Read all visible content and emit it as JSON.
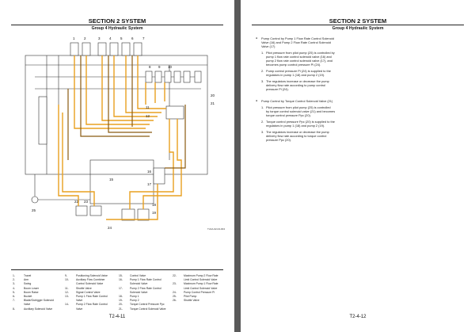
{
  "left": {
    "section_title": "SECTION 2 SYSTEM",
    "group_title": "Group 4 Hydraulic System",
    "diagram_ref": "TJAA-02-04-004",
    "footer": "T2-4-11",
    "callouts": [
      "1",
      "2",
      "3",
      "4",
      "5",
      "6",
      "7",
      "8",
      "9",
      "10",
      "11",
      "12",
      "13",
      "14",
      "15",
      "16",
      "17",
      "18",
      "19",
      "20",
      "21",
      "22",
      "23",
      "24",
      "25"
    ],
    "legend": [
      [
        {
          "n": "1-",
          "t": "Travel"
        },
        {
          "n": "2-",
          "t": "Arm"
        },
        {
          "n": "3-",
          "t": "Swing"
        },
        {
          "n": "4-",
          "t": "Boom Lower"
        },
        {
          "n": "5-",
          "t": "Boom Raise"
        },
        {
          "n": "6-",
          "t": "Bucket"
        },
        {
          "n": "7-",
          "t": "Blade/Outrigger Solenoid"
        },
        {
          "n": "",
          "t": "Valve"
        },
        {
          "n": "8-",
          "t": "Auxiliary Solenoid Valve"
        }
      ],
      [
        {
          "n": "9-",
          "t": "Positioning Solenoid Valve"
        },
        {
          "n": "10-",
          "t": "Auxiliary Flow Combiner"
        },
        {
          "n": "",
          "t": "Control Solenoid Valve"
        },
        {
          "n": "11-",
          "t": "Shuttle Valve"
        },
        {
          "n": "12-",
          "t": "Signal Control Valve"
        },
        {
          "n": "13-",
          "t": "Pump 1 Flow Rate Control"
        },
        {
          "n": "",
          "t": "Valve"
        },
        {
          "n": "14-",
          "t": "Pump 2 Flow Rate Control"
        },
        {
          "n": "",
          "t": "Valve"
        }
      ],
      [
        {
          "n": "15-",
          "t": "Control Valve"
        },
        {
          "n": "16-",
          "t": "Pump 1 Flow Rate Control"
        },
        {
          "n": "",
          "t": "Solenoid Valve"
        },
        {
          "n": "17-",
          "t": "Pump 2 Flow Rate Control"
        },
        {
          "n": "",
          "t": "Solenoid Valve"
        },
        {
          "n": "18-",
          "t": "Pump 1"
        },
        {
          "n": "19-",
          "t": "Pump 2"
        },
        {
          "n": "20-",
          "t": "Torque Control Pressure Ppc"
        },
        {
          "n": "21-",
          "t": "Torque Control Solenoid Valve"
        }
      ],
      [
        {
          "n": "22-",
          "t": "Maximum Pump 2 Flow Rate"
        },
        {
          "n": "",
          "t": "Limit Control Solenoid Valve"
        },
        {
          "n": "23-",
          "t": "Maximum Pump 1 Flow Rate"
        },
        {
          "n": "",
          "t": "Limit Control Solenoid Valve"
        },
        {
          "n": "24-",
          "t": "Pump Control Pressure Pi"
        },
        {
          "n": "25-",
          "t": "Pilot Pump"
        },
        {
          "n": "26-",
          "t": "Shuttle Valve"
        }
      ]
    ]
  },
  "right": {
    "section_title": "SECTION 2 SYSTEM",
    "group_title": "Group 4 Hydraulic System",
    "footer": "T2-4-12",
    "blocks": [
      {
        "bullet": [
          "Pump Control by Pump 1 Flow Rate Control Solenoid",
          "Valve (16) and Pump 2 Flow Rate Control Solenoid",
          "Valve (17)"
        ],
        "items": [
          {
            "n": "1.",
            "lines": [
              "Pilot pressure from pilot pump (25) is controlled by",
              "pump 1 flow rate control solenoid valve (16) and",
              "pump 2 flow rate control solenoid valve (17), and",
              "becomes pump control pressure Pi (24)."
            ]
          },
          {
            "n": "2.",
            "lines": [
              "Pump control pressure Pi (24) is supplied to the",
              "regulators in pump 1 (18) and pump 2 (19)."
            ]
          },
          {
            "n": "3.",
            "lines": [
              "The regulators increase or decrease the pump",
              "delivery flow rate according to pump control",
              "pressure Pi (24)."
            ]
          }
        ]
      },
      {
        "bullet": [
          "Pump Control by Torque Control Solenoid Valve (21)"
        ],
        "items": [
          {
            "n": "1.",
            "lines": [
              "Pilot pressure from pilot pump (25) is controlled",
              "by torque control solenoid valve (21) and becomes",
              "torque control pressure Ppc (20)."
            ]
          },
          {
            "n": "2.",
            "lines": [
              "Torque control pressure Ppc (20) is supplied to the",
              "regulators in pump 1 (18) and pump 2 (19)."
            ]
          },
          {
            "n": "3.",
            "lines": [
              "The regulators increase or decrease the pump",
              "delivery flow rate according to torque control",
              "pressure Ppc (20)."
            ]
          }
        ]
      }
    ]
  },
  "colors": {
    "page": "#ffffff",
    "gap": "#5a5a5a",
    "hydraulic_orange": "#e8a020",
    "hydraulic_brown": "#8a5a10",
    "line_black": "#333333"
  }
}
